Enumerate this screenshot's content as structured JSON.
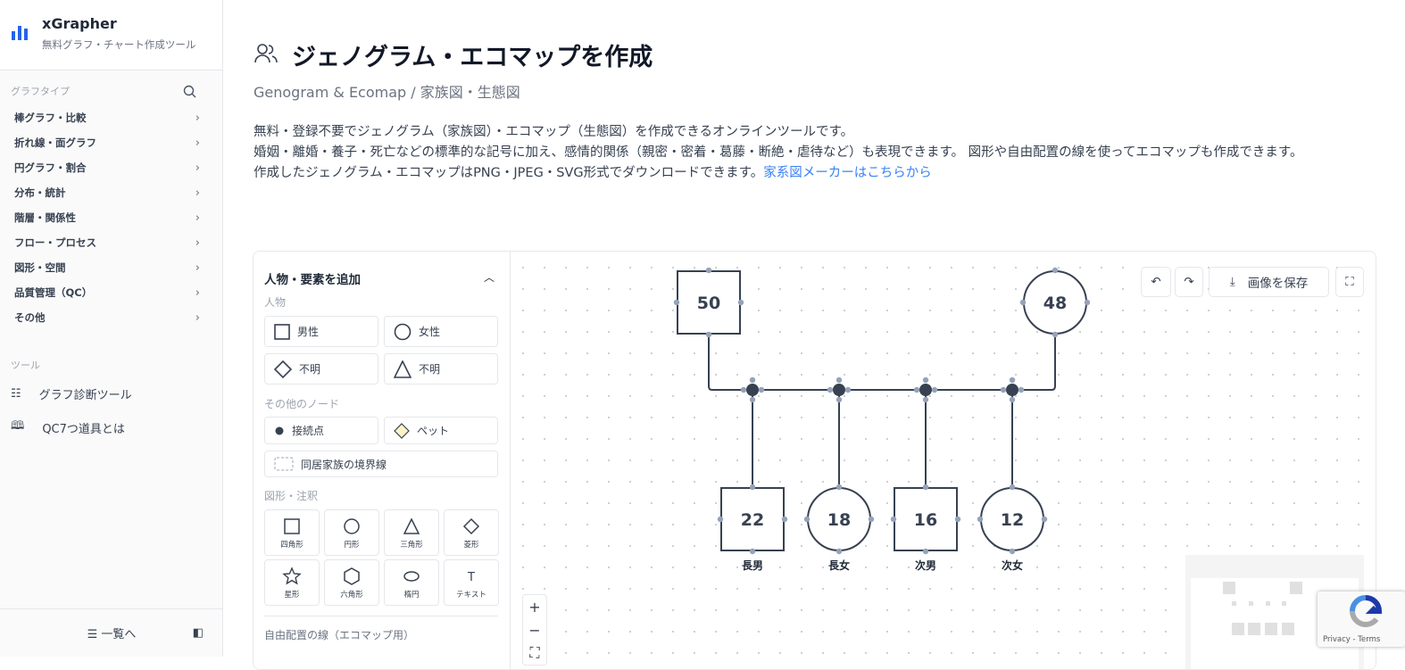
{
  "brand": {
    "title": "xGrapher",
    "subtitle": "無料グラフ・チャート作成ツール"
  },
  "sidebar": {
    "section_graph": "グラフタイプ",
    "items": [
      {
        "label": "棒グラフ・比較"
      },
      {
        "label": "折れ線・面グラフ"
      },
      {
        "label": "円グラフ・割合"
      },
      {
        "label": "分布・統計"
      },
      {
        "label": "階層・関係性"
      },
      {
        "label": "フロー・プロセス"
      },
      {
        "label": "図形・空間"
      },
      {
        "label": "品質管理（QC）"
      },
      {
        "label": "その他"
      }
    ],
    "section_tools": "ツール",
    "tools": [
      {
        "label": "グラフ診断ツール",
        "icon": "checklist-icon"
      },
      {
        "label": "QC7つ道具とは",
        "icon": "book-icon"
      }
    ],
    "list_button": "一覧へ"
  },
  "page": {
    "title": "ジェノグラム・エコマップを作成",
    "subtitle": "Genogram & Ecomap / 家族図・生態図",
    "desc1": "無料・登録不要でジェノグラム（家族図）・エコマップ（生態図）を作成できるオンラインツールです。",
    "desc2": "婚姻・離婚・養子・死亡などの標準的な記号に加え、感情的関係（親密・密着・葛藤・断絶・虐待など）も表現できます。 図形や自由配置の線を使ってエコマップも作成できます。",
    "desc3": "作成したジェノグラム・エコマップはPNG・JPEG・SVG形式でダウンロードできます。",
    "link": "家系図メーカーはこちらから"
  },
  "panel": {
    "title": "人物・要素を追加",
    "people_label": "人物",
    "people": [
      "男性",
      "女性",
      "不明",
      "不明"
    ],
    "other_label": "その他のノード",
    "connect": "接続点",
    "pet": "ペット",
    "boundary": "同居家族の境界線",
    "shapes_label": "図形・注釈",
    "shapes": [
      "四角形",
      "円形",
      "三角形",
      "菱形",
      "星形",
      "六角形",
      "楕円",
      "テキスト"
    ],
    "lines_label": "自由配置の線（エコマップ用）"
  },
  "toolbar": {
    "save": "画像を保存"
  },
  "genogram": {
    "father": "50",
    "mother": "48",
    "children": [
      {
        "age": "22",
        "label": "長男",
        "sex": "male"
      },
      {
        "age": "18",
        "label": "長女",
        "sex": "female"
      },
      {
        "age": "16",
        "label": "次男",
        "sex": "male"
      },
      {
        "age": "12",
        "label": "次女",
        "sex": "female"
      }
    ]
  },
  "zoom": {
    "in": "+",
    "out": "−"
  },
  "recaptcha": "Privacy - Terms",
  "colors": {
    "accent": "#3b82f6",
    "node": "#374151",
    "pet": "#fef3c7"
  }
}
